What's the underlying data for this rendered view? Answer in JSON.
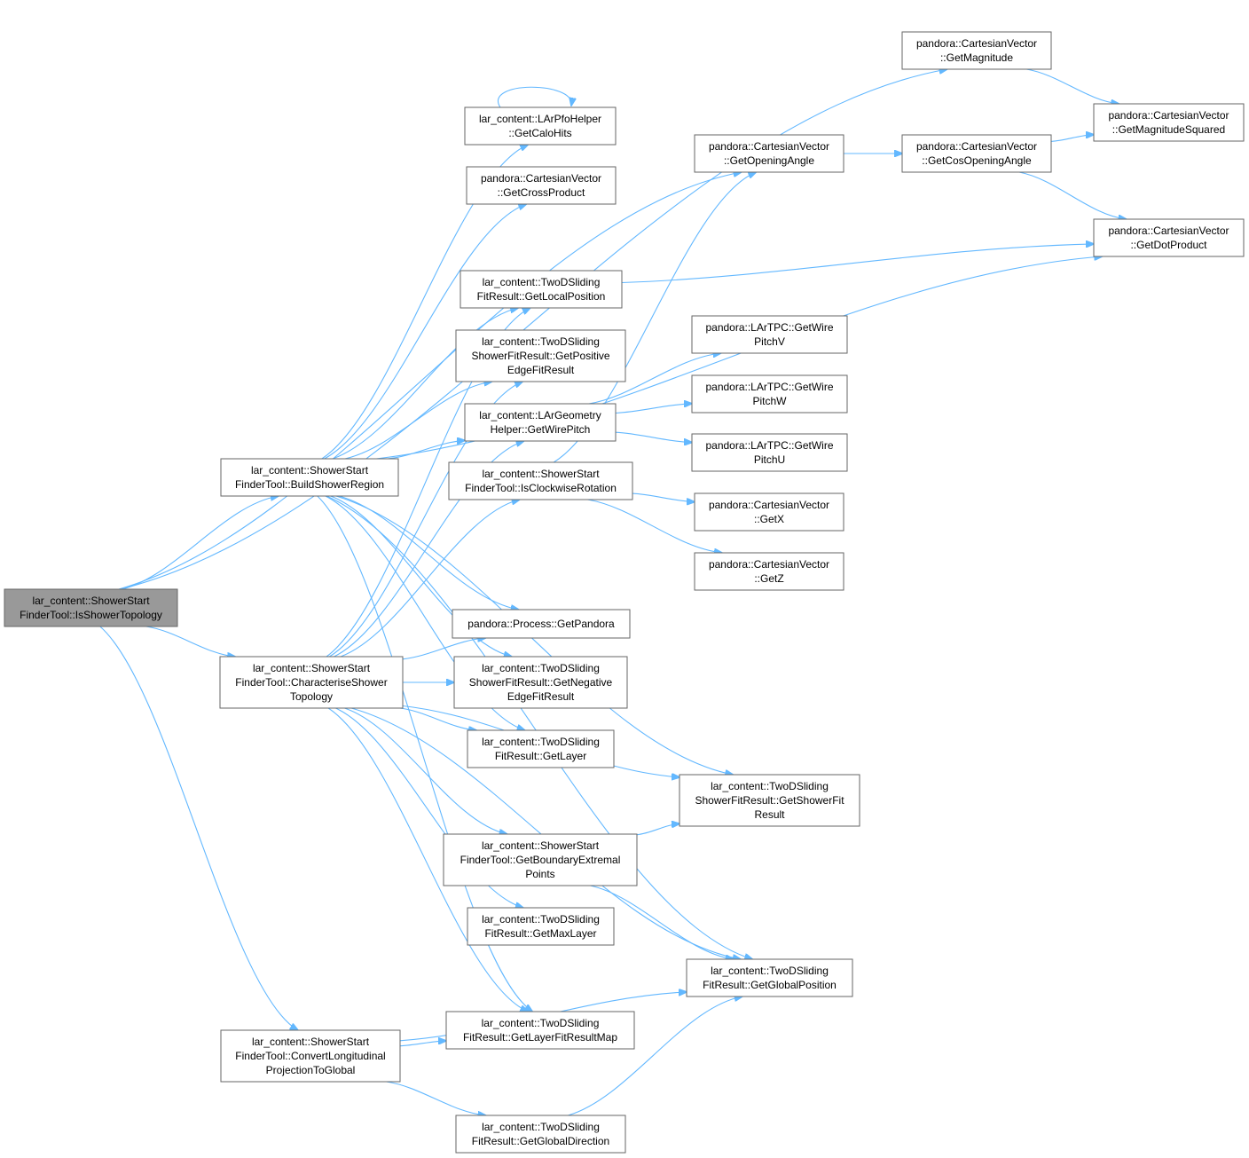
{
  "nodes": [
    {
      "id": "root",
      "lines": [
        "lar_content::ShowerStart",
        "FinderTool::IsShowerTopology"
      ],
      "root": true
    },
    {
      "id": "buildShowerRegion",
      "lines": [
        "lar_content::ShowerStart",
        "FinderTool::BuildShowerRegion"
      ]
    },
    {
      "id": "characteriseShowerTopology",
      "lines": [
        "lar_content::ShowerStart",
        "FinderTool::CharacteriseShower",
        "Topology"
      ]
    },
    {
      "id": "convertLongitudinal",
      "lines": [
        "lar_content::ShowerStart",
        "FinderTool::ConvertLongitudinal",
        "ProjectionToGlobal"
      ]
    },
    {
      "id": "getCaloHits",
      "lines": [
        "lar_content::LArPfoHelper",
        "::GetCaloHits"
      ]
    },
    {
      "id": "getCrossProduct",
      "lines": [
        "pandora::CartesianVector",
        "::GetCrossProduct"
      ]
    },
    {
      "id": "getLocalPosition",
      "lines": [
        "lar_content::TwoDSliding",
        "FitResult::GetLocalPosition"
      ]
    },
    {
      "id": "getPositiveEdge",
      "lines": [
        "lar_content::TwoDSliding",
        "ShowerFitResult::GetPositive",
        "EdgeFitResult"
      ]
    },
    {
      "id": "getWirePitch",
      "lines": [
        "lar_content::LArGeometry",
        "Helper::GetWirePitch"
      ]
    },
    {
      "id": "isClockwise",
      "lines": [
        "lar_content::ShowerStart",
        "FinderTool::IsClockwiseRotation"
      ]
    },
    {
      "id": "getPandora",
      "lines": [
        "pandora::Process::GetPandora"
      ]
    },
    {
      "id": "getNegativeEdge",
      "lines": [
        "lar_content::TwoDSliding",
        "ShowerFitResult::GetNegative",
        "EdgeFitResult"
      ]
    },
    {
      "id": "getLayer",
      "lines": [
        "lar_content::TwoDSliding",
        "FitResult::GetLayer"
      ]
    },
    {
      "id": "getBoundaryExtremal",
      "lines": [
        "lar_content::ShowerStart",
        "FinderTool::GetBoundaryExtremal",
        "Points"
      ]
    },
    {
      "id": "getMaxLayer",
      "lines": [
        "lar_content::TwoDSliding",
        "FitResult::GetMaxLayer"
      ]
    },
    {
      "id": "getLayerFitResultMap",
      "lines": [
        "lar_content::TwoDSliding",
        "FitResult::GetLayerFitResultMap"
      ]
    },
    {
      "id": "getGlobalDirection",
      "lines": [
        "lar_content::TwoDSliding",
        "FitResult::GetGlobalDirection"
      ]
    },
    {
      "id": "getMagnitude",
      "lines": [
        "pandora::CartesianVector",
        "::GetMagnitude"
      ]
    },
    {
      "id": "getOpeningAngle",
      "lines": [
        "pandora::CartesianVector",
        "::GetOpeningAngle"
      ]
    },
    {
      "id": "getWirePitchV",
      "lines": [
        "pandora::LArTPC::GetWire",
        "PitchV"
      ]
    },
    {
      "id": "getWirePitchW",
      "lines": [
        "pandora::LArTPC::GetWire",
        "PitchW"
      ]
    },
    {
      "id": "getWirePitchU",
      "lines": [
        "pandora::LArTPC::GetWire",
        "PitchU"
      ]
    },
    {
      "id": "getX",
      "lines": [
        "pandora::CartesianVector",
        "::GetX"
      ]
    },
    {
      "id": "getZ",
      "lines": [
        "pandora::CartesianVector",
        "::GetZ"
      ]
    },
    {
      "id": "getShowerFitResult",
      "lines": [
        "lar_content::TwoDSliding",
        "ShowerFitResult::GetShowerFit",
        "Result"
      ]
    },
    {
      "id": "getGlobalPosition",
      "lines": [
        "lar_content::TwoDSliding",
        "FitResult::GetGlobalPosition"
      ]
    },
    {
      "id": "getCosOpeningAngle",
      "lines": [
        "pandora::CartesianVector",
        "::GetCosOpeningAngle"
      ]
    },
    {
      "id": "getMagnitudeSquared",
      "lines": [
        "pandora::CartesianVector",
        "::GetMagnitudeSquared"
      ]
    },
    {
      "id": "getDotProduct",
      "lines": [
        "pandora::CartesianVector",
        "::GetDotProduct"
      ]
    }
  ],
  "edges": [
    [
      "root",
      "buildShowerRegion"
    ],
    [
      "root",
      "characteriseShowerTopology"
    ],
    [
      "root",
      "convertLongitudinal"
    ],
    [
      "root",
      "getMagnitude"
    ],
    [
      "root",
      "getOpeningAngle"
    ],
    [
      "buildShowerRegion",
      "getCaloHits"
    ],
    [
      "buildShowerRegion",
      "getCrossProduct"
    ],
    [
      "buildShowerRegion",
      "getDotProduct"
    ],
    [
      "buildShowerRegion",
      "getLocalPosition"
    ],
    [
      "buildShowerRegion",
      "getPositiveEdge"
    ],
    [
      "buildShowerRegion",
      "getWirePitch"
    ],
    [
      "buildShowerRegion",
      "getShowerFitResult"
    ],
    [
      "buildShowerRegion",
      "getGlobalPosition"
    ],
    [
      "buildShowerRegion",
      "getPandora"
    ],
    [
      "buildShowerRegion",
      "getNegativeEdge"
    ],
    [
      "buildShowerRegion",
      "getLayer"
    ],
    [
      "buildShowerRegion",
      "getLayerFitResultMap"
    ],
    [
      "characteriseShowerTopology",
      "getLocalPosition"
    ],
    [
      "characteriseShowerTopology",
      "getPositiveEdge"
    ],
    [
      "characteriseShowerTopology",
      "getWirePitch"
    ],
    [
      "characteriseShowerTopology",
      "isClockwise"
    ],
    [
      "characteriseShowerTopology",
      "getPandora"
    ],
    [
      "characteriseShowerTopology",
      "getNegativeEdge"
    ],
    [
      "characteriseShowerTopology",
      "getLayer"
    ],
    [
      "characteriseShowerTopology",
      "getShowerFitResult"
    ],
    [
      "characteriseShowerTopology",
      "getBoundaryExtremal"
    ],
    [
      "characteriseShowerTopology",
      "getMaxLayer"
    ],
    [
      "characteriseShowerTopology",
      "getGlobalPosition"
    ],
    [
      "characteriseShowerTopology",
      "getLayerFitResultMap"
    ],
    [
      "convertLongitudinal",
      "getLayerFitResultMap"
    ],
    [
      "convertLongitudinal",
      "getGlobalPosition"
    ],
    [
      "convertLongitudinal",
      "getGlobalDirection"
    ],
    [
      "getCaloHits",
      "getCaloHits"
    ],
    [
      "getLocalPosition",
      "getDotProduct"
    ],
    [
      "getWirePitch",
      "getWirePitchV"
    ],
    [
      "getWirePitch",
      "getWirePitchW"
    ],
    [
      "getWirePitch",
      "getWirePitchU"
    ],
    [
      "isClockwise",
      "getOpeningAngle"
    ],
    [
      "isClockwise",
      "getX"
    ],
    [
      "isClockwise",
      "getZ"
    ],
    [
      "getBoundaryExtremal",
      "getShowerFitResult"
    ],
    [
      "getBoundaryExtremal",
      "getGlobalPosition"
    ],
    [
      "getGlobalDirection",
      "getGlobalPosition"
    ],
    [
      "getMagnitude",
      "getMagnitudeSquared"
    ],
    [
      "getOpeningAngle",
      "getCosOpeningAngle"
    ],
    [
      "getCosOpeningAngle",
      "getMagnitudeSquared"
    ],
    [
      "getCosOpeningAngle",
      "getDotProduct"
    ]
  ]
}
